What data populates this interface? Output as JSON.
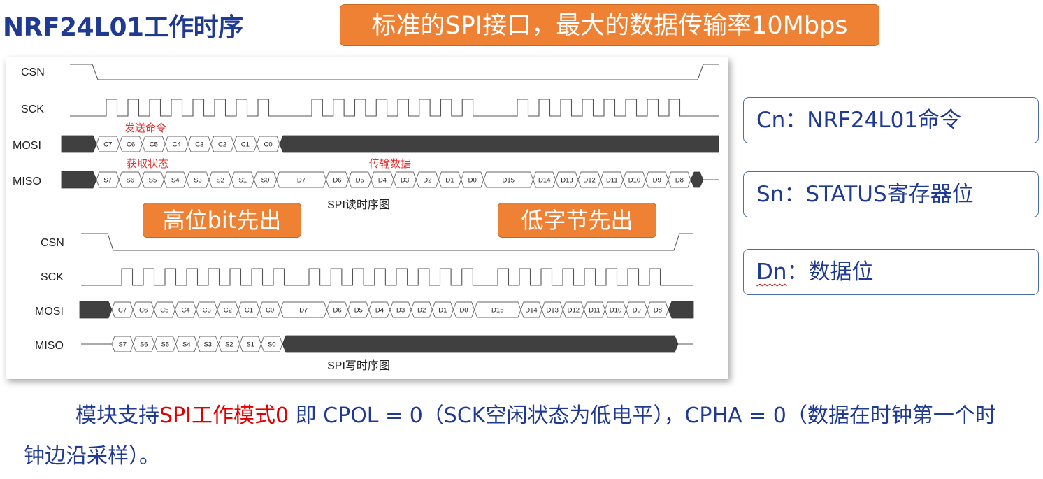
{
  "title": "NRF24L01工作时序",
  "banner": "标准的SPI接口，最大的数据传输率10Mbps",
  "callouts": {
    "msb_first": "高位bit先出",
    "low_byte_first": "低字节先出"
  },
  "legend": [
    {
      "symbol": "Cn",
      "sep": "：",
      "text": "NRF24L01命令"
    },
    {
      "symbol": "Sn",
      "sep": "：",
      "text": "STATUS寄存器位"
    },
    {
      "symbol": "Dn",
      "sep": "：",
      "text": "数据位"
    }
  ],
  "body": {
    "pre": "模块支持",
    "highlight": "SPI工作模式0",
    "post": " 即 CPOL = 0（SCK空闲状态为低电平），CPHA = 0（数据在时钟第一个时钟边沿采样）。"
  },
  "colors": {
    "title": "#1f3a93",
    "orange": "#ee8133",
    "annotation_red": "#e03030",
    "bus_fill": "#404040",
    "signal_line": "#555555"
  },
  "diagrams": [
    {
      "caption": "SPI读时序图",
      "signals": [
        "CSN",
        "SCK",
        "MOSI",
        "MISO"
      ],
      "annotations": [
        "发送命令",
        "获取状态",
        "传输数据"
      ],
      "mosi": [
        "C7",
        "C6",
        "C5",
        "C4",
        "C3",
        "C2",
        "C1",
        "C0"
      ],
      "miso": [
        "S7",
        "S6",
        "S5",
        "S4",
        "S3",
        "S2",
        "S1",
        "S0",
        "D7",
        "D6",
        "D5",
        "D4",
        "D3",
        "D2",
        "D1",
        "D0",
        "D15",
        "D14",
        "D13",
        "D12",
        "D11",
        "D10",
        "D9",
        "D8"
      ]
    },
    {
      "caption": "SPI写时序图",
      "signals": [
        "CSN",
        "SCK",
        "MOSI",
        "MISO"
      ],
      "mosi": [
        "C7",
        "C6",
        "C5",
        "C4",
        "C3",
        "C2",
        "C1",
        "C0",
        "D7",
        "D6",
        "D5",
        "D4",
        "D3",
        "D2",
        "D1",
        "D0",
        "D15",
        "D14",
        "D13",
        "D12",
        "D11",
        "D10",
        "D9",
        "D8"
      ],
      "miso": [
        "S7",
        "S6",
        "S5",
        "S4",
        "S3",
        "S2",
        "S1",
        "S0"
      ]
    }
  ]
}
